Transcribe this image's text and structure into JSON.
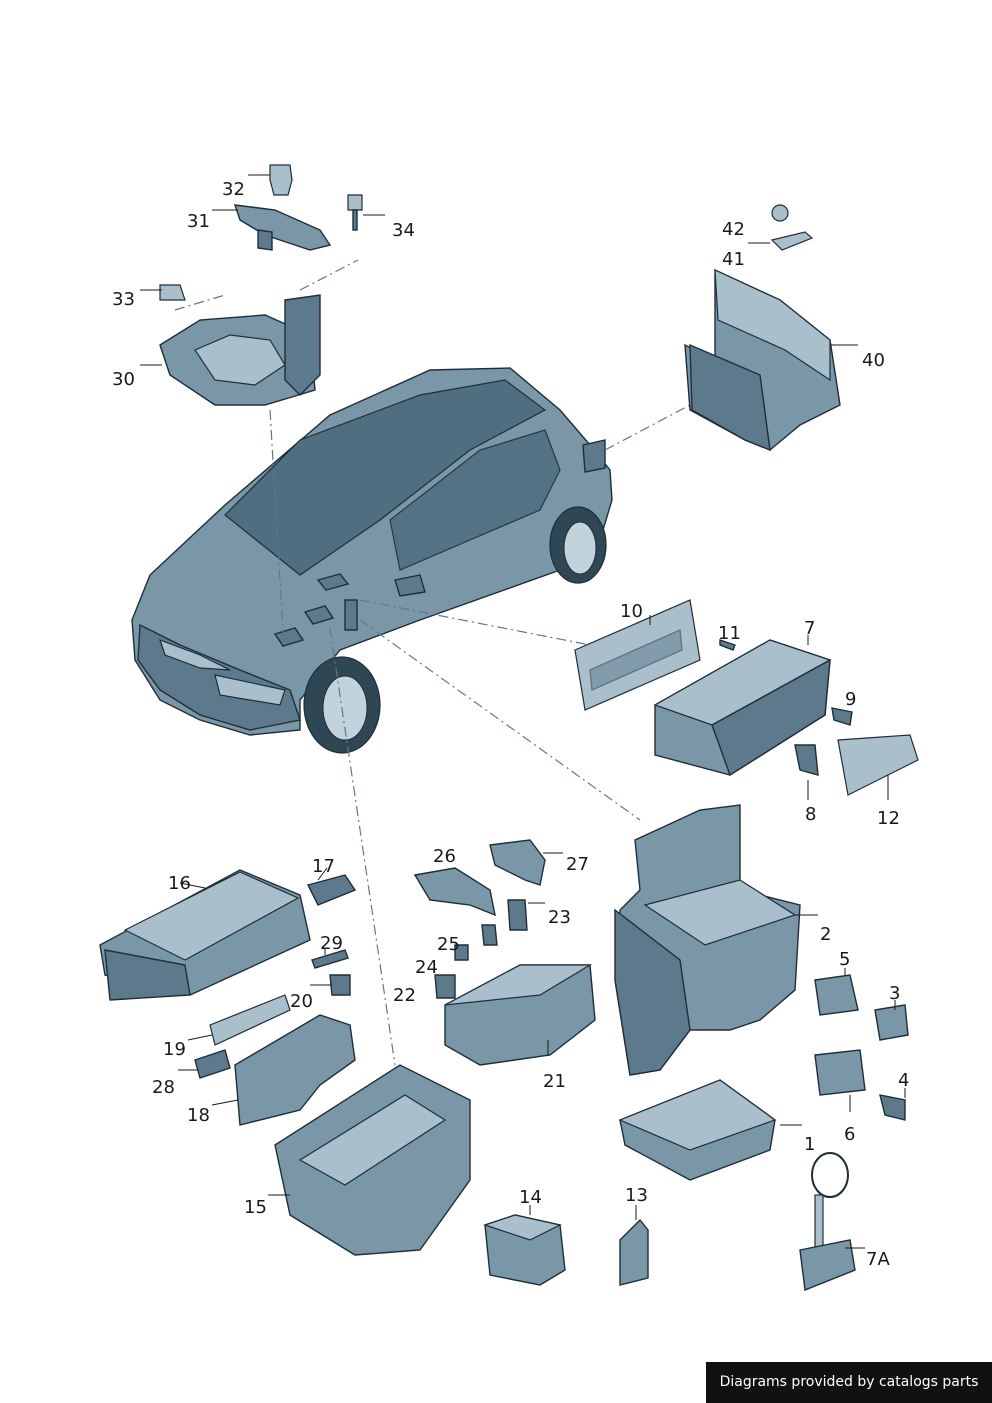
{
  "callouts": [
    {
      "id": "1",
      "text": "1"
    },
    {
      "id": "2",
      "text": "2"
    },
    {
      "id": "3",
      "text": "3"
    },
    {
      "id": "4",
      "text": "4"
    },
    {
      "id": "5",
      "text": "5"
    },
    {
      "id": "6",
      "text": "6"
    },
    {
      "id": "7",
      "text": "7"
    },
    {
      "id": "7A",
      "text": "7A"
    },
    {
      "id": "8",
      "text": "8"
    },
    {
      "id": "9",
      "text": "9"
    },
    {
      "id": "10",
      "text": "10"
    },
    {
      "id": "11",
      "text": "11"
    },
    {
      "id": "12",
      "text": "12"
    },
    {
      "id": "13",
      "text": "13"
    },
    {
      "id": "14",
      "text": "14"
    },
    {
      "id": "15",
      "text": "15"
    },
    {
      "id": "16",
      "text": "16"
    },
    {
      "id": "17",
      "text": "17"
    },
    {
      "id": "18",
      "text": "18"
    },
    {
      "id": "19",
      "text": "19"
    },
    {
      "id": "20",
      "text": "20"
    },
    {
      "id": "21",
      "text": "21"
    },
    {
      "id": "22",
      "text": "22"
    },
    {
      "id": "23",
      "text": "23"
    },
    {
      "id": "24",
      "text": "24"
    },
    {
      "id": "25",
      "text": "25"
    },
    {
      "id": "26",
      "text": "26"
    },
    {
      "id": "27",
      "text": "27"
    },
    {
      "id": "28",
      "text": "28"
    },
    {
      "id": "29",
      "text": "29"
    },
    {
      "id": "30",
      "text": "30"
    },
    {
      "id": "31",
      "text": "31"
    },
    {
      "id": "32",
      "text": "32"
    },
    {
      "id": "33",
      "text": "33"
    },
    {
      "id": "34",
      "text": "34"
    },
    {
      "id": "40",
      "text": "40"
    },
    {
      "id": "41",
      "text": "41"
    },
    {
      "id": "42",
      "text": "42"
    }
  ],
  "credit": "Diagrams provided by catalogs parts",
  "colors": {
    "part_fill": "#7a97a8",
    "outline": "#1e2e38",
    "background": "#ffffff",
    "credit_bg": "#111111"
  }
}
